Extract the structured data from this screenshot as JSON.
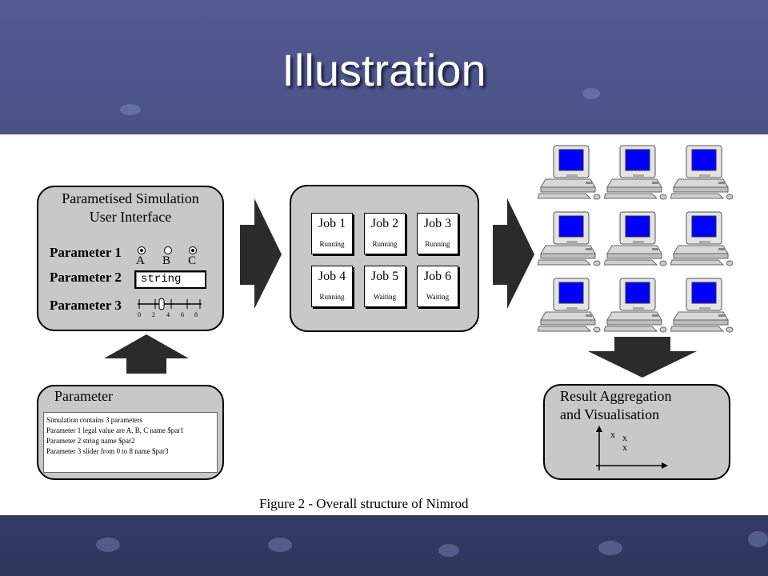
{
  "slide": {
    "title": "Illustration"
  },
  "figure": {
    "caption": "Figure 2 - Overall structure of Nimrod",
    "ui_panel": {
      "title_line1": "Parametised Simulation",
      "title_line2": "User Interface",
      "param1_label": "Parameter 1",
      "param2_label": "Parameter 2",
      "param3_label": "Parameter 3",
      "options": [
        "A",
        "B",
        "C"
      ],
      "string_value": "string",
      "slider_ticks": [
        "0",
        "2",
        "4",
        "6",
        "8"
      ]
    },
    "param_panel": {
      "title": "Parameter",
      "lines": [
        "Simulation contains 3 parameters",
        "Parameter 1 legal value are A, B, C name $par1",
        "Parameter 2 string name $par2",
        "Parameter 3 slider from 0 to 8 name $par3"
      ]
    },
    "jobs": [
      {
        "name": "Job 1",
        "status": "Running"
      },
      {
        "name": "Job 2",
        "status": "Running"
      },
      {
        "name": "Job 3",
        "status": "Running"
      },
      {
        "name": "Job 4",
        "status": "Running"
      },
      {
        "name": "Job 5",
        "status": "Waiting"
      },
      {
        "name": "Job 6",
        "status": "Waiting"
      }
    ],
    "result_panel": {
      "title_line1": "Result Aggregation",
      "title_line2": "and Visualisation",
      "points": [
        "x",
        "x",
        "x"
      ]
    },
    "computers": {
      "count": 9,
      "screen_color": "#0000ff"
    }
  }
}
